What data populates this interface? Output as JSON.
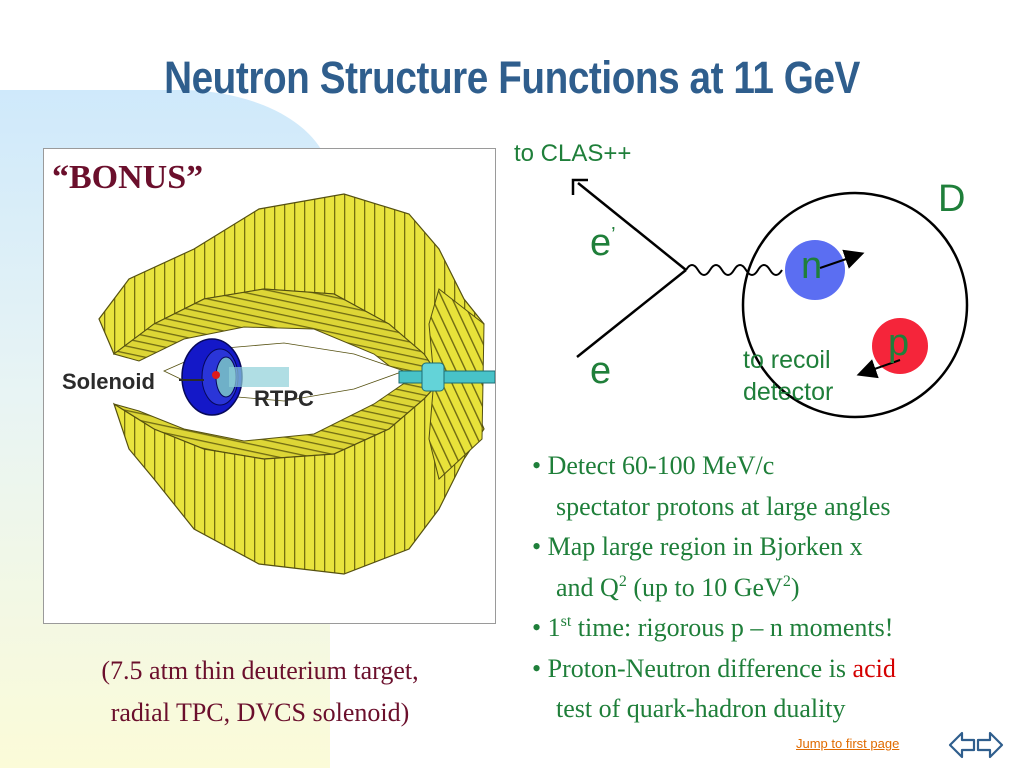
{
  "slide": {
    "title": "Neutron Structure Functions at 11 GeV"
  },
  "figure": {
    "heading": "“BONUS”",
    "solenoid_label": "Solenoid",
    "rtpc_label": "RTPC"
  },
  "caption": {
    "line1": "(7.5 atm thin deuterium target,",
    "line2": "radial TPC, DVCS solenoid)"
  },
  "diagram": {
    "to_clas": "to CLAS++",
    "e_prime": "e",
    "e_prime_mark": "’",
    "e": "e",
    "deuteron": "D",
    "neutron": "n",
    "proton": "p",
    "recoil_line1": "to recoil",
    "recoil_line2": "detector",
    "colors": {
      "text": "#1f7f3a",
      "neutron": "#5b6ef2",
      "proton": "#f5253a"
    }
  },
  "bullets": {
    "b1_l1": "• Detect 60-100 MeV/c",
    "b1_l2": "spectator protons at large angles",
    "b2_l1": "• Map large region in Bjorken x",
    "b2_l2_a": "and Q",
    "b2_l2_sup": "2",
    "b2_l2_b": " (up to 10 GeV",
    "b2_l2_sup2": "2",
    "b2_l2_c": ")",
    "b3_a": "• 1",
    "b3_sup": "st",
    "b3_b": " time: rigorous p – n moments!",
    "b4_a": "• Proton-Neutron difference is ",
    "b4_acid": "acid",
    "b4_l2": "test of quark-hadron duality"
  },
  "footer": {
    "jump_link": "Jump to first page",
    "nav_icons": [
      "back-arrow-icon",
      "forward-arrow-icon"
    ]
  },
  "colors": {
    "title": "#2f5e8d",
    "body_green": "#1f7f3a",
    "maroon": "#6b0f2c",
    "accent_red": "#d40000",
    "link_orange": "#e06b00"
  }
}
